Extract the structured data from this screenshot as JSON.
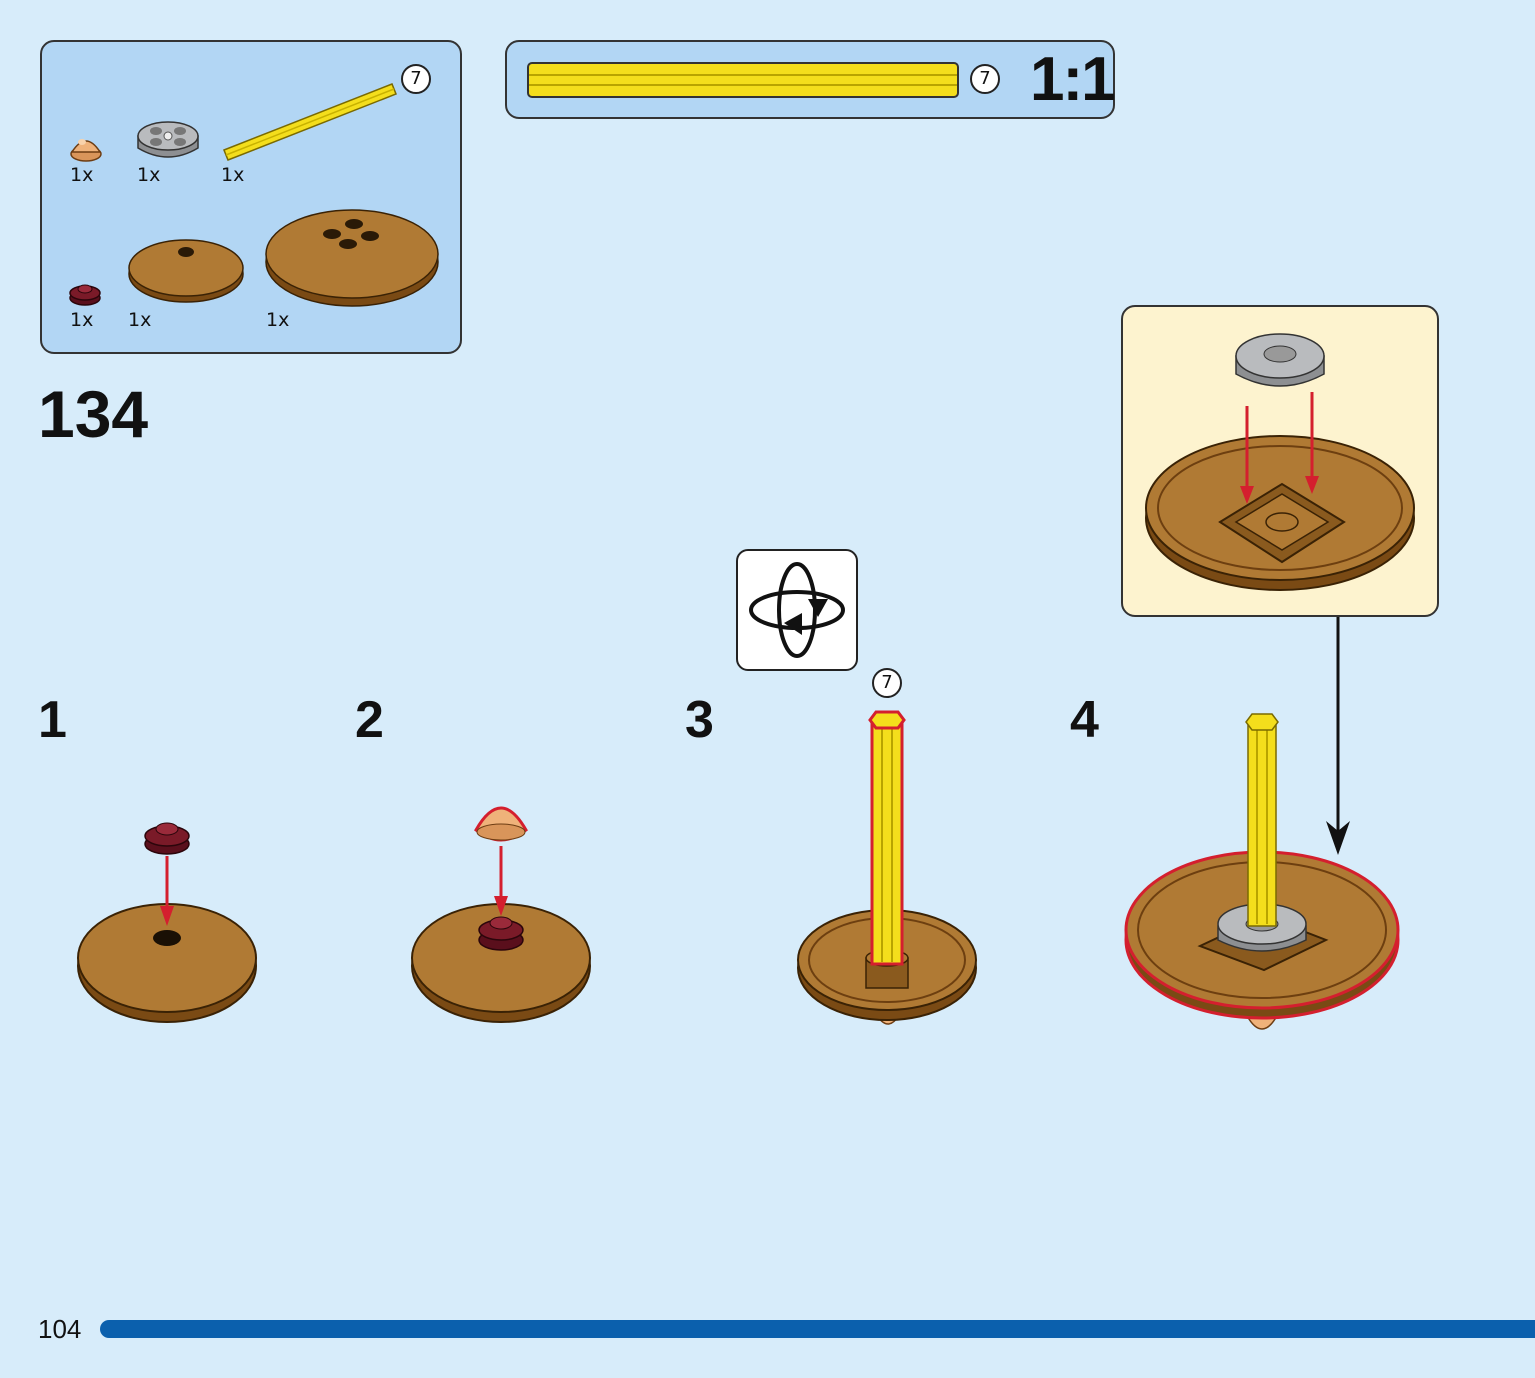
{
  "parts_list": {
    "items": [
      {
        "part": "tan-round-dome-1x1",
        "qty": "1x"
      },
      {
        "part": "gray-round-plate-2x2",
        "qty": "1x"
      },
      {
        "part": "yellow-axle",
        "qty": "1x",
        "length_callout": "7"
      },
      {
        "part": "dark-red-round-plate-1x1",
        "qty": "1x"
      },
      {
        "part": "brown-dish-4x4",
        "qty": "1x"
      },
      {
        "part": "brown-dish-6x6",
        "qty": "1x"
      }
    ]
  },
  "scale_ref": {
    "length": "7",
    "scale": "1:1"
  },
  "step": {
    "number": "134"
  },
  "substeps": [
    {
      "number": "1"
    },
    {
      "number": "2"
    },
    {
      "number": "3",
      "axle_length": "7"
    },
    {
      "number": "4"
    }
  ],
  "page": {
    "number": "104"
  },
  "colors": {
    "background": "#d7ecfa",
    "panel": "#b2d6f4",
    "callout": "#fdf3cf",
    "brown": "#a8702a",
    "yellow": "#f4de1c",
    "dark_red": "#7a1a28",
    "tan": "#efb27a",
    "gray": "#a7a9ac",
    "arrow_red": "#d41f2e",
    "page_bar": "#0b60ad"
  }
}
